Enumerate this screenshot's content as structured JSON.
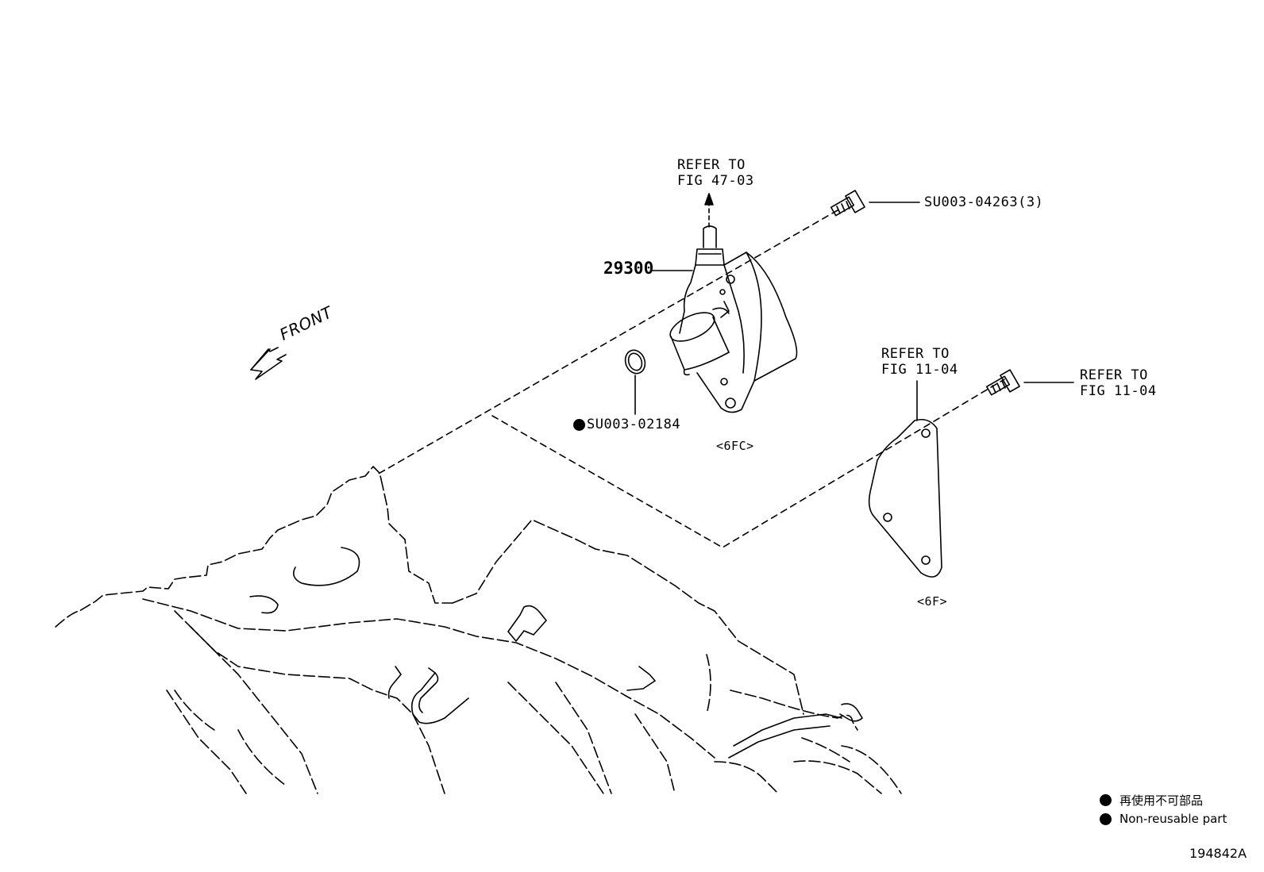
{
  "labels": {
    "refer_fig_47": [
      "REFER TO",
      "FIG 47-03"
    ],
    "bolt_part": "SU003-04263(3)",
    "main_part": "29300",
    "front": "FRONT",
    "oring_part": "SU003-02184",
    "code_6fc": "<6FC>",
    "refer_fig_11_center": [
      "REFER TO",
      "FIG 11-04"
    ],
    "refer_fig_11_right": [
      "REFER TO",
      "FIG 11-04"
    ],
    "code_6f": "<6F>"
  },
  "legend": {
    "jp": "再使用不可部品",
    "en": "Non-reusable part"
  },
  "figure_id": "194842A"
}
